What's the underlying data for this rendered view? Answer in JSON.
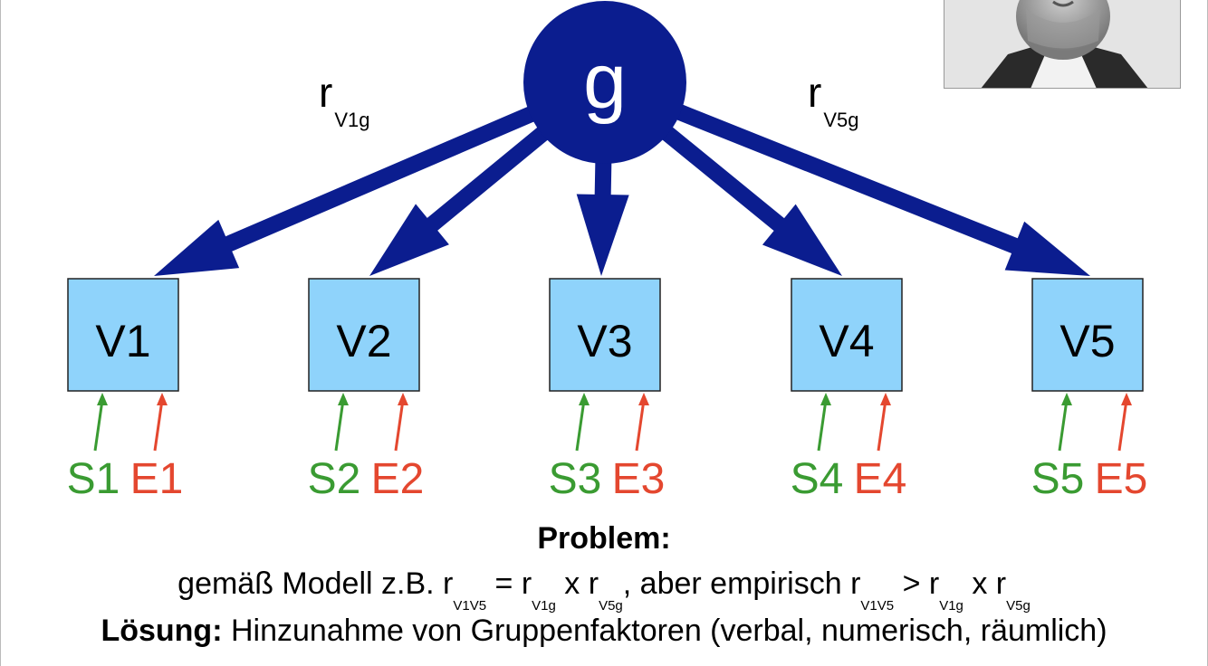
{
  "diagram": {
    "factor": {
      "label": "g",
      "color": "#0b1d8f"
    },
    "box_color": "#8fd3fb",
    "specific_color": "#3a9b32",
    "error_color": "#e4472f",
    "variables": [
      {
        "label": "V1",
        "s": "S1",
        "e": "E1"
      },
      {
        "label": "V2",
        "s": "S2",
        "e": "E2"
      },
      {
        "label": "V3",
        "s": "S3",
        "e": "E3"
      },
      {
        "label": "V4",
        "s": "S4",
        "e": "E4"
      },
      {
        "label": "V5",
        "s": "S5",
        "e": "E5"
      }
    ],
    "loading_labels": [
      {
        "main": "r",
        "sub": "V1g"
      },
      {
        "main": "r",
        "sub": "V5g"
      }
    ]
  },
  "text": {
    "problem_heading": "Problem:",
    "line1": {
      "a": "gemäß Modell z.B. r",
      "a_sub": "V1V5",
      "b": " = r",
      "b_sub": "V1g",
      "c": " x  r",
      "c_sub": "V5g",
      "d": ", aber empirisch r",
      "d_sub": "V1V5",
      "e": " > r",
      "e_sub": "V1g",
      "f": " x  r",
      "f_sub": "V5g"
    },
    "line2": {
      "label": "Lösung:",
      "rest": " Hinzunahme von Gruppenfaktoren (verbal, numerisch, räumlich)"
    }
  }
}
